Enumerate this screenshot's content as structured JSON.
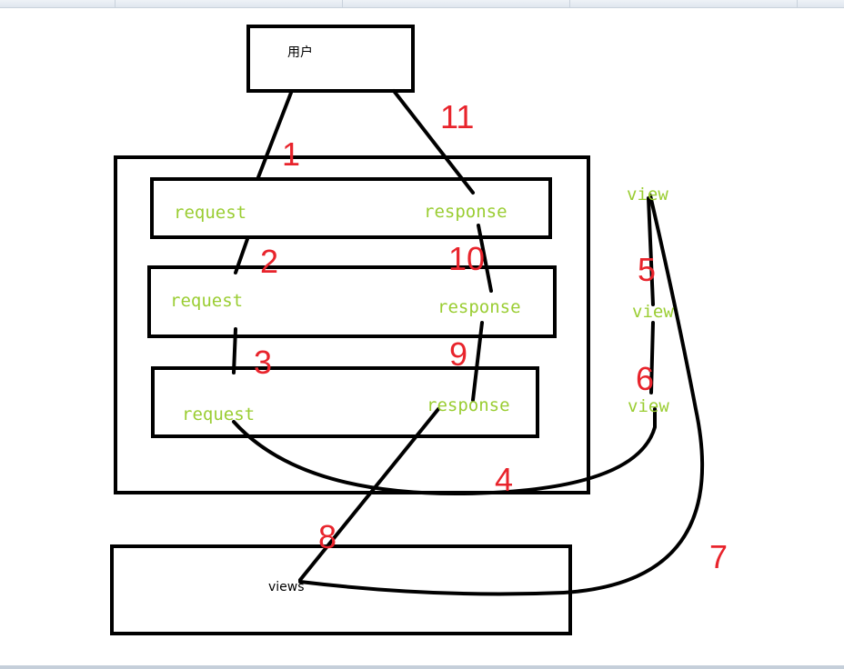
{
  "nodes": {
    "user": "用户",
    "request_1": "request",
    "request_2": "request",
    "request_3": "request",
    "response_1": "response",
    "response_2": "response",
    "response_3": "response",
    "view_1": "view",
    "view_2": "view",
    "view_3": "view",
    "views": "views"
  },
  "steps": [
    "1",
    "2",
    "3",
    "4",
    "5",
    "6",
    "7",
    "8",
    "9",
    "10",
    "11"
  ],
  "colors": {
    "stroke": "#000000",
    "step_number": "#e8242c",
    "layer_label": "#9acd32"
  }
}
